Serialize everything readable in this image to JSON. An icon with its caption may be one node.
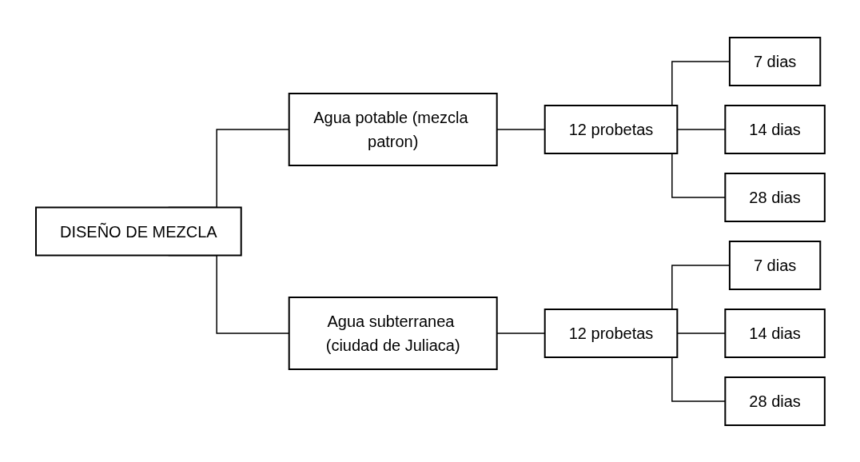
{
  "diagram": {
    "nodes": [
      {
        "text": [
          "DISEÑO DE MEZCLA"
        ]
      },
      {
        "text": [
          "Agua potable (mezcla patron)"
        ]
      },
      {
        "text": [
          "12 probetas"
        ]
      },
      {
        "text": [
          "7 dias"
        ]
      },
      {
        "text": [
          "14 dias"
        ]
      },
      {
        "text": [
          "28 dias"
        ]
      },
      {
        "text": [
          "Agua subterranea (ciudad de Juliaca)"
        ]
      },
      {
        "text": [
          "12 probetas"
        ]
      },
      {
        "text": [
          "7 dias"
        ]
      },
      {
        "text": [
          "14 dias"
        ]
      },
      {
        "text": [
          "28 dias"
        ]
      }
    ],
    "edges": [
      {
        "from": 0,
        "to": 1,
        "arrow": "none"
      },
      {
        "from": 0,
        "to": 6,
        "arrow": "none"
      },
      {
        "from": 1,
        "to": 2,
        "arrow": "none"
      },
      {
        "from": 2,
        "to": 3,
        "arrow": "none"
      },
      {
        "from": 2,
        "to": 4,
        "arrow": "none"
      },
      {
        "from": 2,
        "to": 5,
        "arrow": "none"
      },
      {
        "from": 6,
        "to": 7,
        "arrow": "none"
      },
      {
        "from": 7,
        "to": 8,
        "arrow": "none"
      },
      {
        "from": 7,
        "to": 9,
        "arrow": "none"
      },
      {
        "from": 7,
        "to": 10,
        "arrow": "none"
      }
    ]
  }
}
